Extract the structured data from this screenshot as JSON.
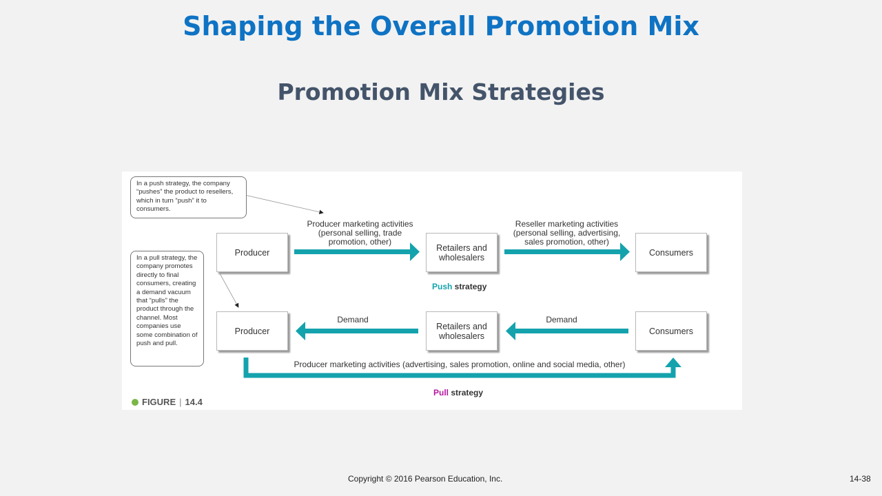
{
  "slide": {
    "title": "Shaping the Overall Promotion Mix",
    "subtitle": "Promotion Mix Strategies"
  },
  "figure": {
    "push_callout": "In a push strategy, the company “pushes” the product to resellers, which in turn “push” it to consumers.",
    "pull_callout": "In a pull strategy, the company promotes directly to final consumers, creating a demand vacuum that “pulls” the product through the channel. Most companies use some combination of push and pull.",
    "push_row": {
      "producer": "Producer",
      "retailers": "Retailers and wholesalers",
      "consumers": "Consumers",
      "producer_activities": "Producer marketing activities (personal selling, trade promotion, other)",
      "reseller_activities": "Reseller marketing activities (personal selling, advertising, sales promotion, other)",
      "strategy_highlight": "Push",
      "strategy_rest": " strategy"
    },
    "pull_row": {
      "producer": "Producer",
      "retailers": "Retailers and wholesalers",
      "consumers": "Consumers",
      "demand_left": "Demand",
      "demand_right": "Demand",
      "producer_activities": "Producer marketing activities (advertising, sales promotion, online and social media, other)",
      "strategy_highlight": "Pull",
      "strategy_rest": " strategy"
    },
    "figure_label": "FIGURE",
    "figure_number": "14.4",
    "colors": {
      "arrow": "#14a3ad",
      "push_highlight": "#14a3ad",
      "pull_highlight": "#b5179e",
      "figure_dot": "#7ab648"
    }
  },
  "footer": {
    "copyright": "Copyright © 2016 Pearson Education, Inc.",
    "page": "14-38"
  }
}
